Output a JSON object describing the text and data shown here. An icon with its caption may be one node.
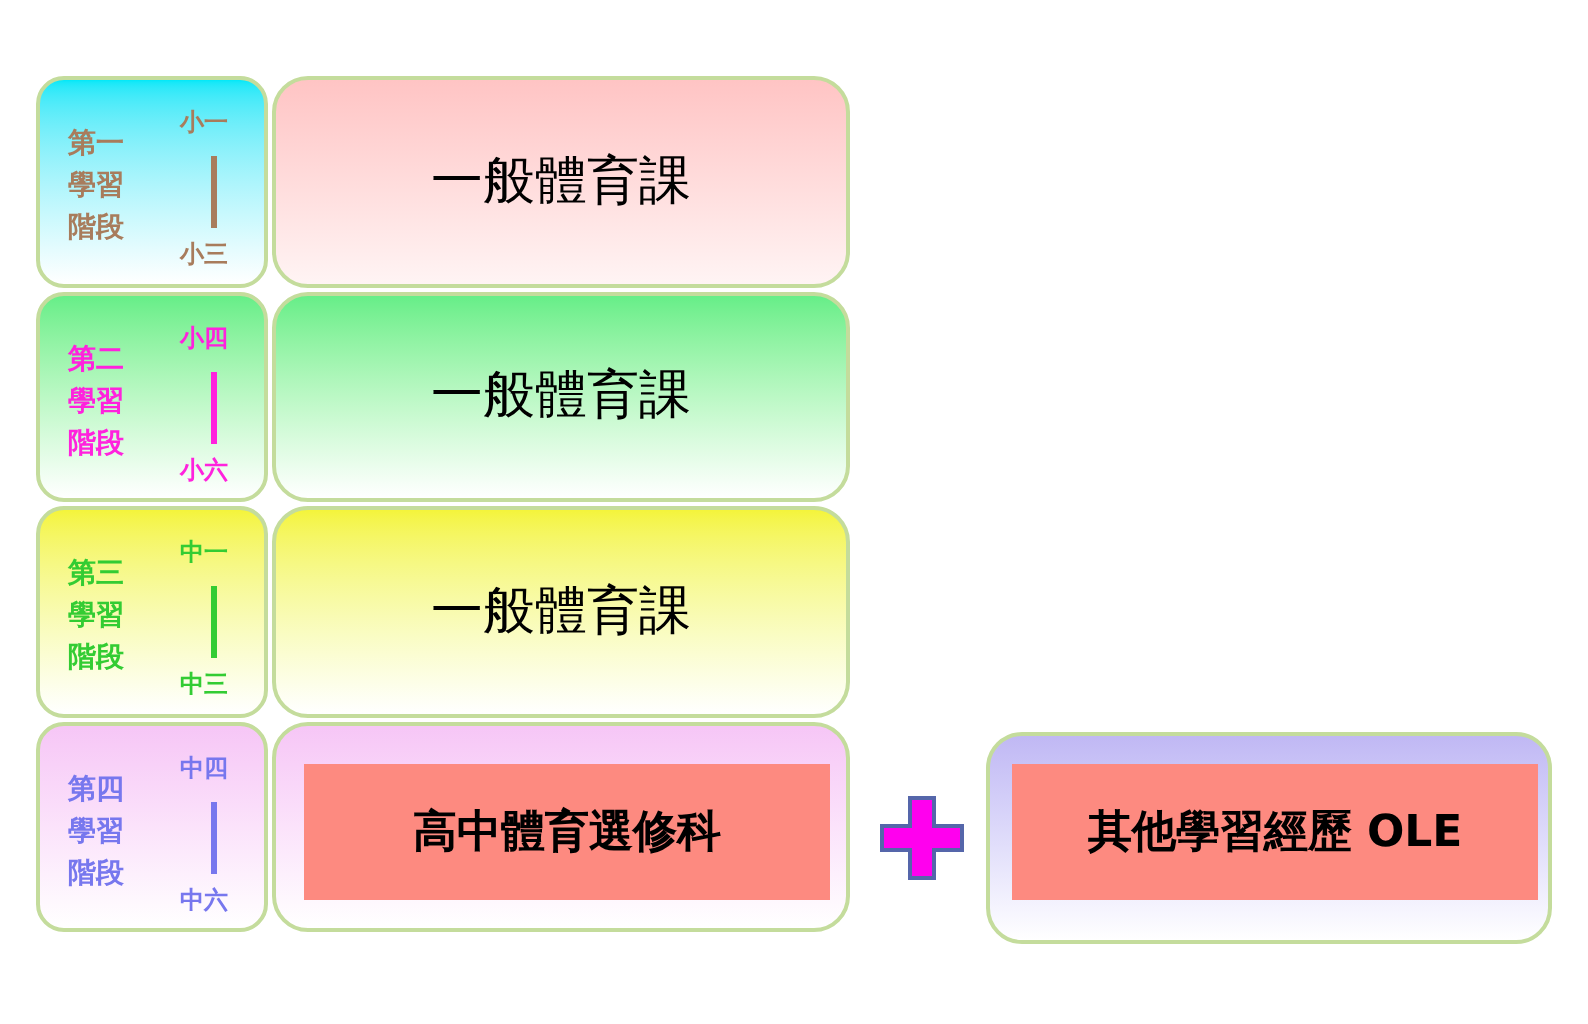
{
  "diagram": {
    "nodes": [
      {
        "text": [
          "第一學習階段",
          "小一",
          "小三"
        ]
      },
      {
        "text": [
          "一般體育課"
        ]
      },
      {
        "text": [
          "第二學習階段",
          "小四",
          "小六"
        ]
      },
      {
        "text": [
          "一般體育課"
        ]
      },
      {
        "text": [
          "第三學習階段",
          "中一",
          "中三"
        ]
      },
      {
        "text": [
          "一般體育課"
        ]
      },
      {
        "text": [
          "第四學習階段",
          "中四",
          "中六"
        ]
      },
      {
        "text": [],
        "shape": "box"
      },
      {
        "text": [
          "高中體育選修科"
        ],
        "in": 7
      },
      {
        "text": [],
        "shape": "box"
      },
      {
        "text": [
          "其他學習經歷 OLE"
        ],
        "in": 9
      }
    ]
  }
}
